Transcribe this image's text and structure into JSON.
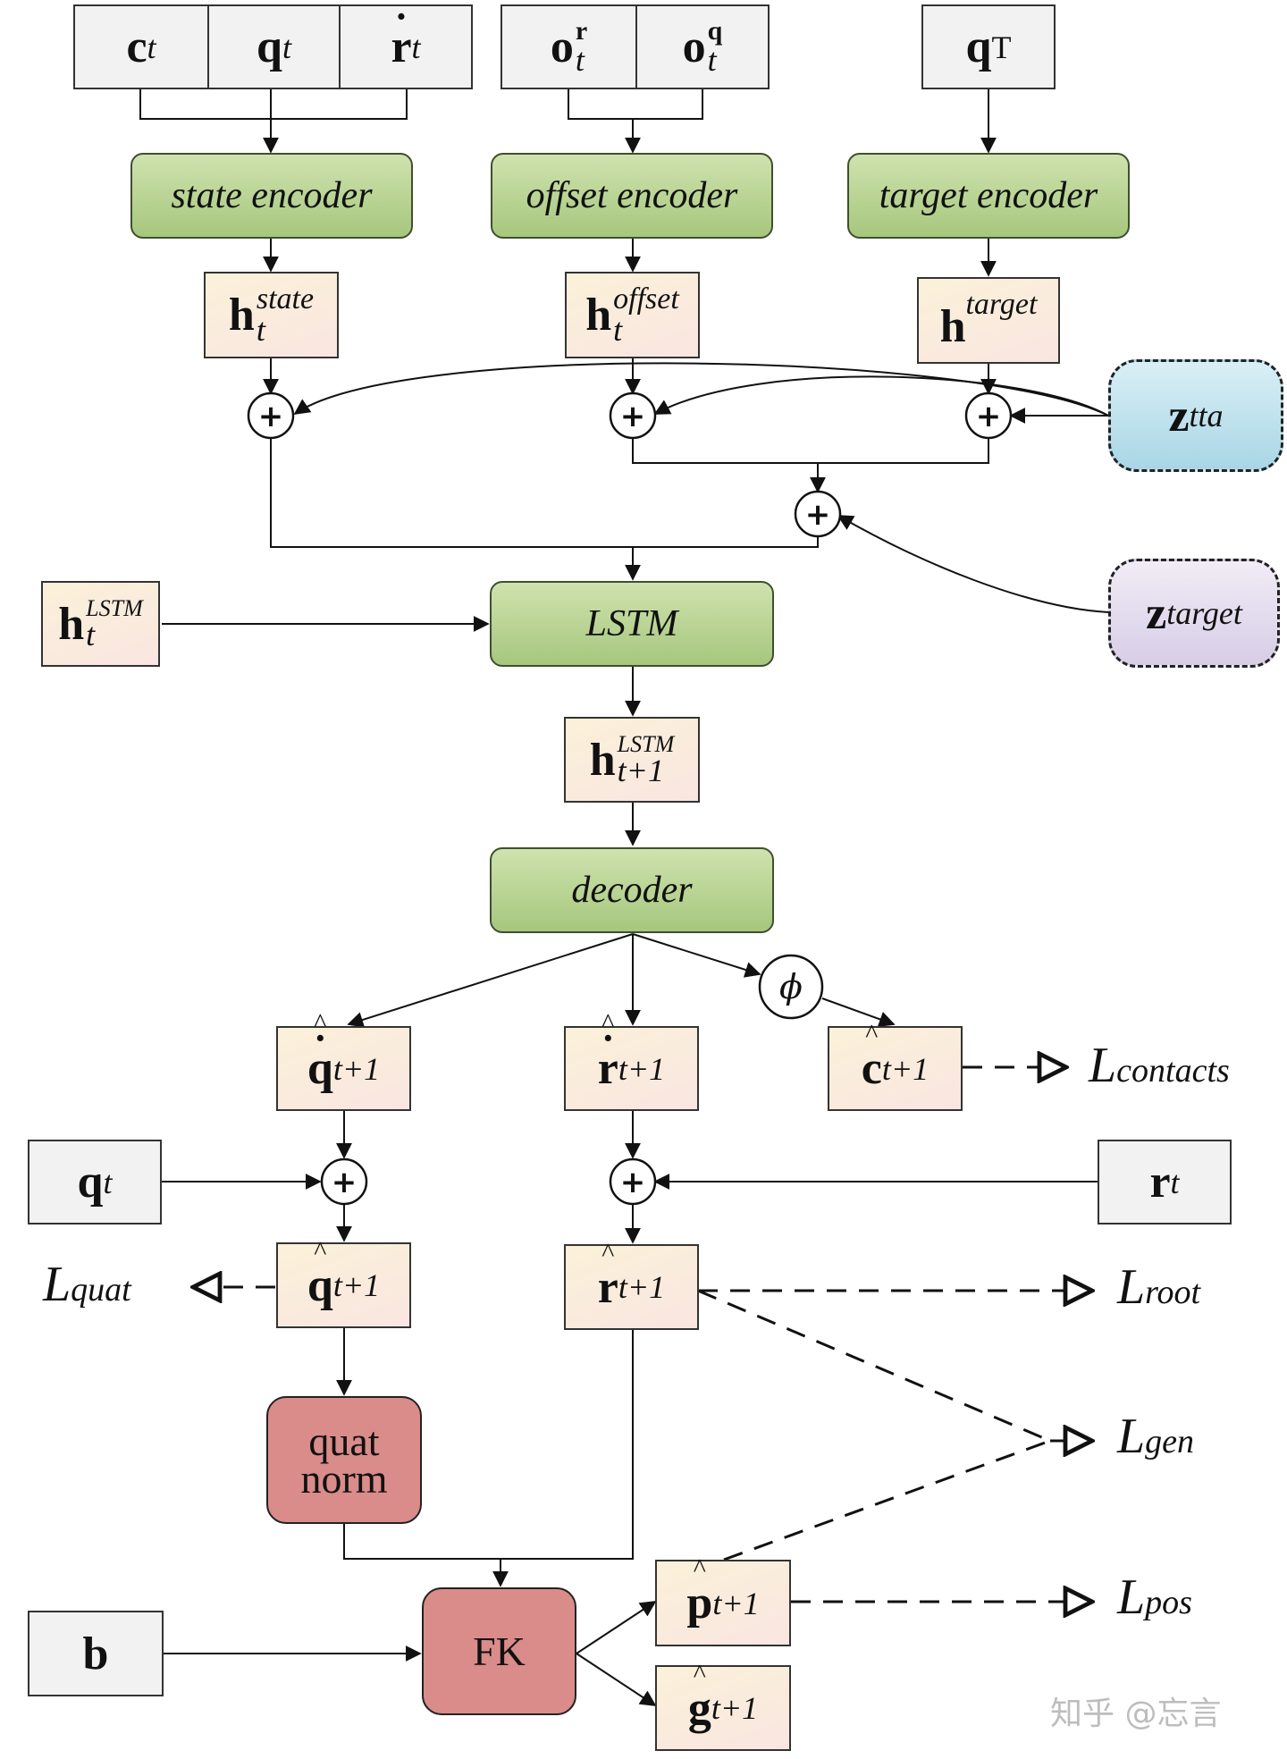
{
  "inputs": {
    "c_t": {
      "sym": "c",
      "sub": "t"
    },
    "q_t": {
      "sym": "q",
      "sub": "t"
    },
    "rdot_t": {
      "sym": "r",
      "sub": "t"
    },
    "o_r": {
      "sym": "o",
      "sup": "r",
      "sub": "t"
    },
    "o_q": {
      "sym": "o",
      "sup": "q",
      "sub": "t"
    },
    "q_T": {
      "sym": "q",
      "sub": "T"
    },
    "q_t2": {
      "sym": "q",
      "sub": "t"
    },
    "r_t": {
      "sym": "r",
      "sub": "t"
    },
    "b": {
      "sym": "b"
    }
  },
  "encoders": {
    "state": "state encoder",
    "offset": "offset encoder",
    "target": "target encoder",
    "lstm": "LSTM",
    "decoder": "decoder"
  },
  "hidden": {
    "state": {
      "sym": "h",
      "sup": "state",
      "sub": "t"
    },
    "offset": {
      "sym": "h",
      "sup": "offset",
      "sub": "t"
    },
    "target": {
      "sym": "h",
      "sup": "target"
    },
    "lstm_t": {
      "sym": "h",
      "sup": "LSTM",
      "sub": "t"
    },
    "lstm_t1": {
      "sym": "h",
      "sup": "LSTM",
      "sub": "t+1"
    }
  },
  "latents": {
    "tta": {
      "sym": "z",
      "sub": "tta"
    },
    "target": {
      "sym": "z",
      "sub": "target"
    }
  },
  "outputs": {
    "qdot_hat": {
      "sym": "q",
      "sub": "t+1"
    },
    "rdot_hat": {
      "sym": "r",
      "sub": "t+1"
    },
    "c_hat": {
      "sym": "c",
      "sub": "t+1"
    },
    "q_hat": {
      "sym": "q",
      "sub": "t+1"
    },
    "r_hat": {
      "sym": "r",
      "sub": "t+1"
    },
    "p_hat": {
      "sym": "p",
      "sub": "t+1"
    },
    "g_hat": {
      "sym": "g",
      "sub": "t+1"
    }
  },
  "ops": {
    "plus": "+",
    "phi": "ϕ",
    "quat_norm_line1": "quat",
    "quat_norm_line2": "norm",
    "fk": "FK"
  },
  "losses": {
    "contacts": {
      "sym": "L",
      "sub": "contacts"
    },
    "quat": {
      "sym": "L",
      "sub": "quat"
    },
    "root": {
      "sym": "L",
      "sub": "root"
    },
    "gen": {
      "sym": "L",
      "sub": "gen"
    },
    "pos": {
      "sym": "L",
      "sub": "pos"
    }
  },
  "watermark": "知乎 @忘言"
}
